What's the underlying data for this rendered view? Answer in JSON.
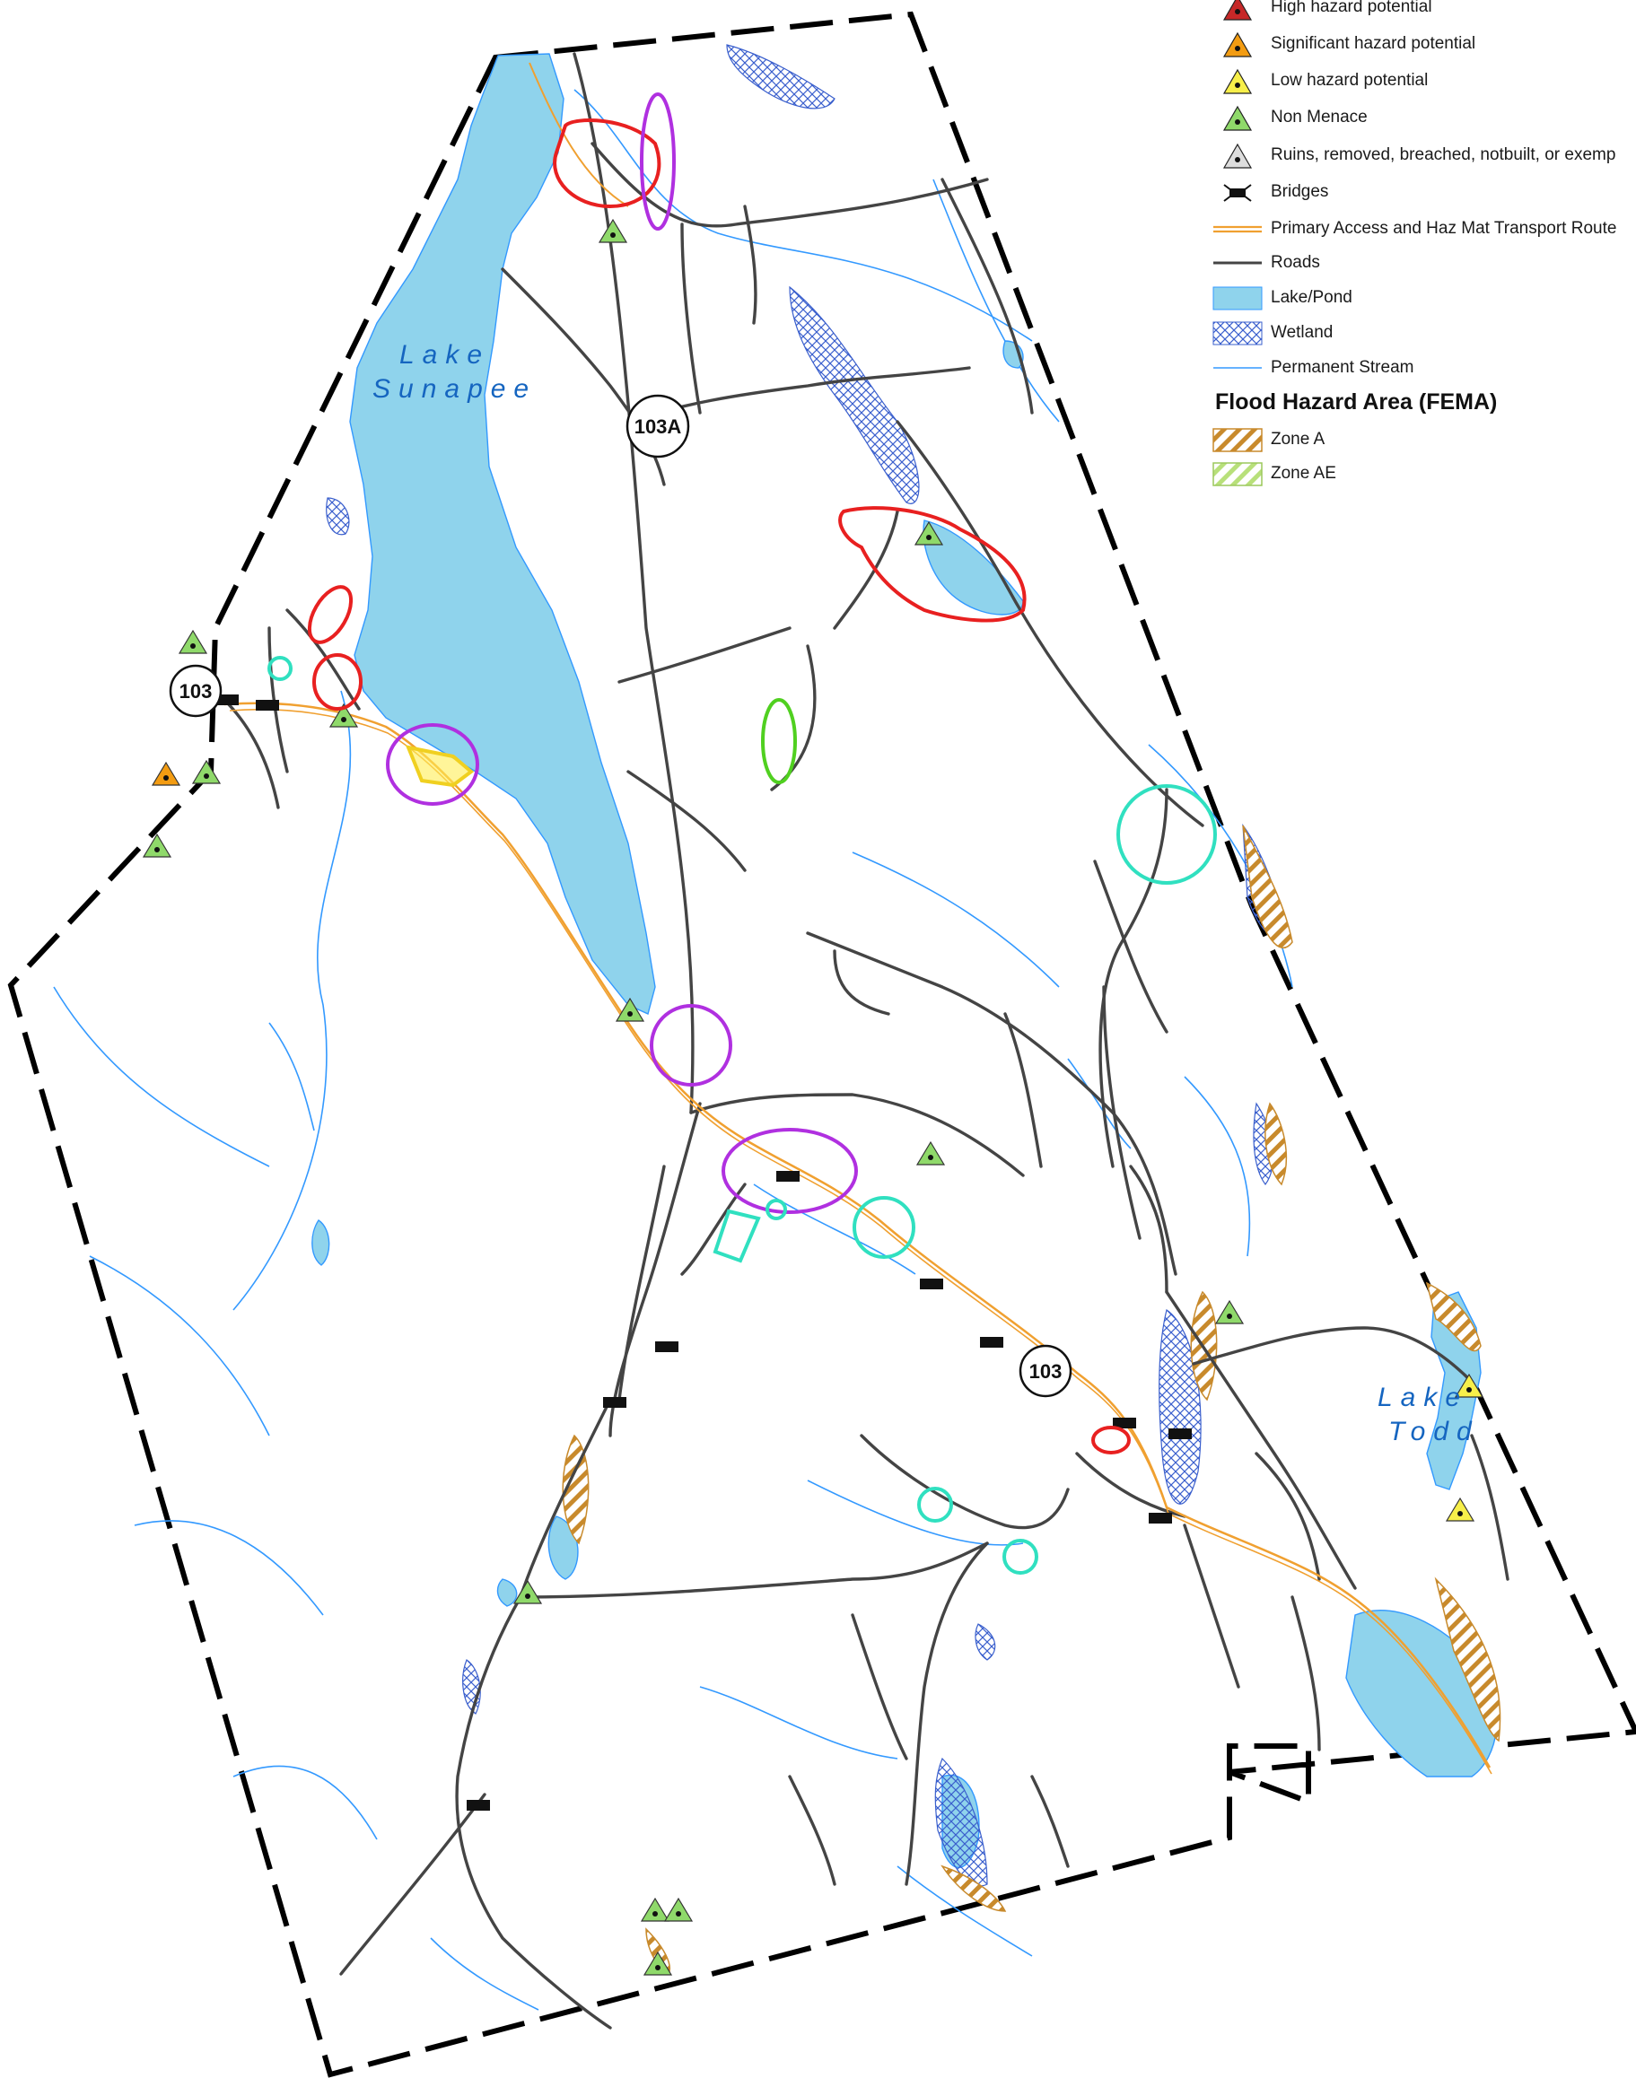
{
  "legend": {
    "items": [
      {
        "label": "High hazard potential",
        "icon": "triangle-red-icon",
        "color": "#c62828"
      },
      {
        "label": "Significant hazard potential",
        "icon": "triangle-orange-icon",
        "color": "#f39c12"
      },
      {
        "label": "Low hazard potential",
        "icon": "triangle-yellow-icon",
        "color": "#f7ef4a"
      },
      {
        "label": "Non Menace",
        "icon": "triangle-green-icon",
        "color": "#8fd96a"
      },
      {
        "label": "Ruins, removed, breached, notbuilt, or exemp",
        "icon": "triangle-gray-icon",
        "color": "#dddddd"
      },
      {
        "label": "Bridges",
        "icon": "bridge-icon",
        "color": "#000000"
      },
      {
        "label": "Primary Access and Haz Mat Transport Route",
        "icon": "route-line-icon",
        "color": "#f0a030"
      },
      {
        "label": "Roads",
        "icon": "road-line-icon",
        "color": "#444444"
      },
      {
        "label": "Lake/Pond",
        "icon": "lake-swatch-icon",
        "color": "#8fd3ec"
      },
      {
        "label": "Wetland",
        "icon": "wetland-swatch-icon",
        "color": "#3a5fcd"
      },
      {
        "label": "Permanent Stream",
        "icon": "stream-line-icon",
        "color": "#3399ff"
      }
    ],
    "flood_title": "Flood Hazard Area (FEMA)",
    "flood_items": [
      {
        "label": "Zone A",
        "icon": "zone-a-swatch-icon",
        "color": "#c88a2c"
      },
      {
        "label": "Zone AE",
        "icon": "zone-ae-swatch-icon",
        "color": "#b8e07a"
      }
    ]
  },
  "map": {
    "lakes": [
      {
        "label": "Lake\nSunapee"
      },
      {
        "label": "Lake\nTodd"
      }
    ],
    "route_shields": [
      "103A",
      "103",
      "103"
    ]
  }
}
